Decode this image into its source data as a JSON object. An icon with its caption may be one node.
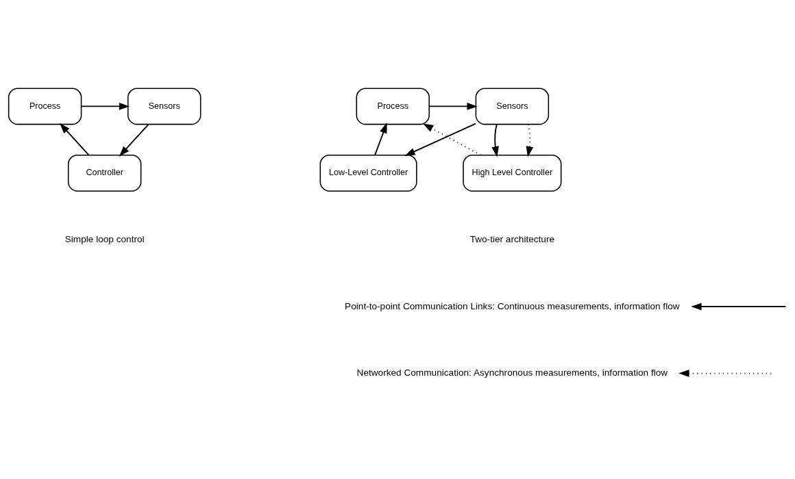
{
  "diagram": {
    "nodes": [
      {
        "text": [
          "Process"
        ]
      },
      {
        "text": [
          "Sensors"
        ]
      },
      {
        "text": [
          "Controller"
        ]
      },
      {
        "text": [
          "Process"
        ]
      },
      {
        "text": [
          "Sensors"
        ]
      },
      {
        "text": [
          "Low-Level Controller"
        ]
      },
      {
        "text": [
          "High Level Controller"
        ]
      }
    ],
    "edges": [
      {
        "from": 0,
        "to": 1,
        "arrow": "to"
      },
      {
        "from": 1,
        "to": 2,
        "arrow": "to"
      },
      {
        "from": 2,
        "to": 0,
        "arrow": "to"
      },
      {
        "from": 3,
        "to": 4,
        "arrow": "to"
      },
      {
        "from": 4,
        "to": 5,
        "arrow": "to"
      },
      {
        "from": 5,
        "to": 3,
        "arrow": "to"
      },
      {
        "from": 4,
        "to": 6,
        "arrow": "to"
      },
      {
        "from": 4,
        "to": 6,
        "arrow": "to",
        "style": "dashed"
      },
      {
        "from": 6,
        "to": 3,
        "arrow": "to",
        "style": "dashed"
      }
    ],
    "labels": [
      "Simple loop control",
      "Two-tier architecture"
    ],
    "legend": [
      {
        "text": "Point-to-point Communication Links: Continuous measurements, information flow"
      },
      {
        "text": "Networked Communication: Asynchronous measurements, information flow"
      }
    ]
  }
}
